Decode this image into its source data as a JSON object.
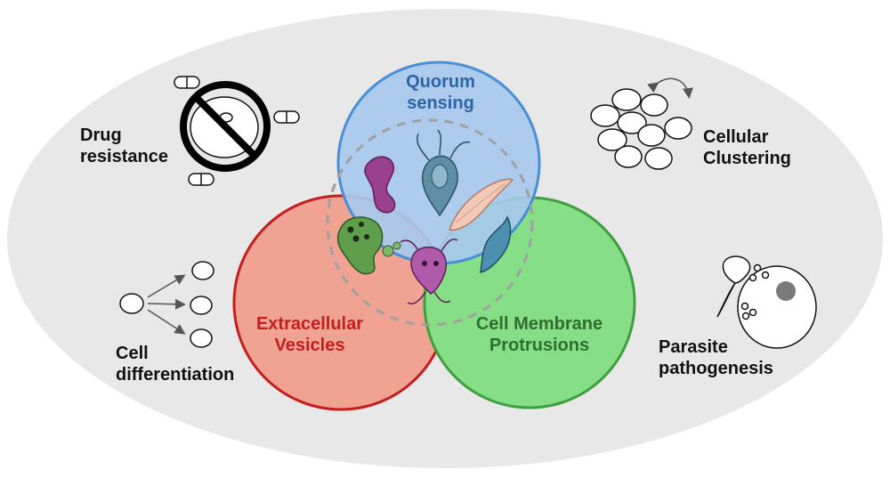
{
  "circles": {
    "quorum": {
      "line1": "Quorum",
      "line2": "sensing",
      "fill": "#a8c8ec",
      "stroke": "#4a8fd6",
      "text_color": "#2d64a8"
    },
    "vesicles": {
      "line1": "Extracellular",
      "line2": "Vesicles",
      "fill": "#f0a393",
      "stroke": "#c41f1f",
      "text_color": "#c41f1f"
    },
    "protrusions": {
      "line1": "Cell Membrane",
      "line2": "Protrusions",
      "fill": "#86df86",
      "stroke": "#3f9e3f",
      "text_color": "#2f6e2f"
    }
  },
  "outcomes": {
    "drug_resistance": {
      "line1": "Drug",
      "line2": "resistance"
    },
    "cellular_clustering": {
      "line1": "Cellular",
      "line2": "Clustering"
    },
    "cell_differentiation": {
      "line1": "Cell",
      "line2": "differentiation"
    },
    "parasite_pathogenesis": {
      "line1": "Parasite",
      "line2": "pathogenesis"
    }
  },
  "colors": {
    "background_ellipse": "#e8e8e8",
    "dashed_circle": "#a0a0a0"
  }
}
